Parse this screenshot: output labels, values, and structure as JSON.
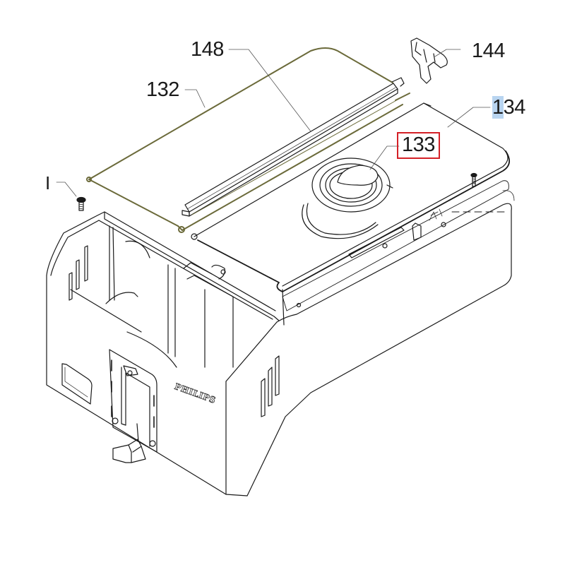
{
  "diagram": {
    "type": "exploded-parts-diagram",
    "brand_mark": "PHILIPS",
    "highlighted_part": "133",
    "highlight_color": "#d42027",
    "line_color": "#1a1a1a",
    "trim_color": "#6b6a3a",
    "callouts": [
      {
        "id": "148",
        "label": "148",
        "part": "drip-rail / cover strip"
      },
      {
        "id": "132",
        "label": "132",
        "part": "wire frame lid"
      },
      {
        "id": "144",
        "label": "144",
        "part": "latch clip"
      },
      {
        "id": "134",
        "label": "134",
        "part": "top cover panel"
      },
      {
        "id": "133",
        "label": "133",
        "part": "round cap / bung"
      },
      {
        "id": "I",
        "label": "I",
        "part": "screw"
      }
    ],
    "labels": {
      "l148": "148",
      "l132": "132",
      "l144": "144",
      "l134_first": "1",
      "l134_rest": "34",
      "l133": "133",
      "lI": "I"
    }
  }
}
